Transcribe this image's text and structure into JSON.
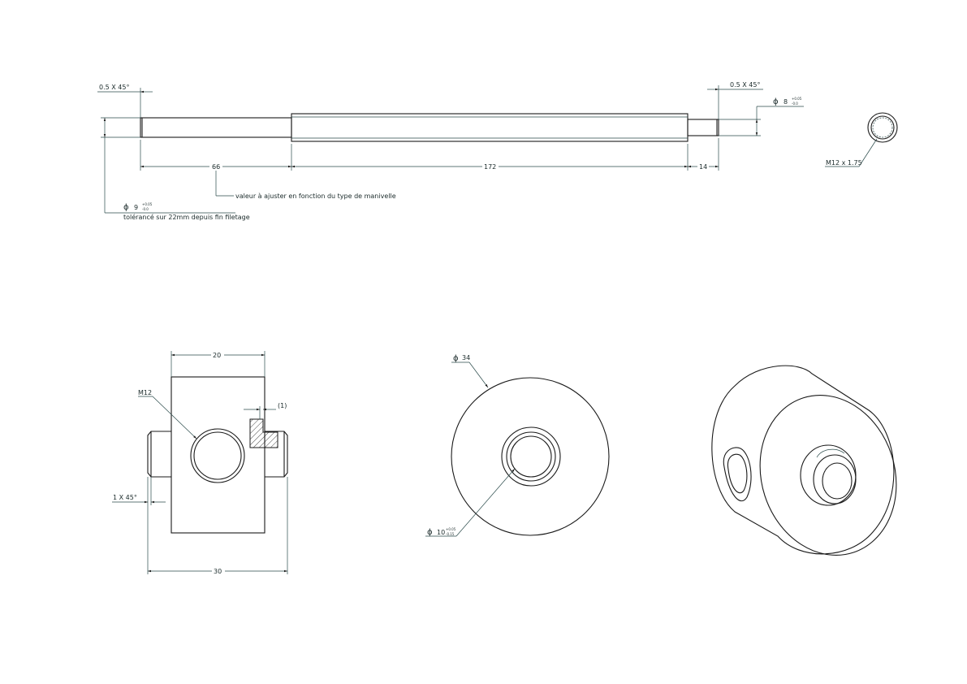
{
  "shaft": {
    "chamfer_left": "0.5 X 45°",
    "chamfer_right": "0.5 X 45°",
    "dim_left_length": "66",
    "dim_mid_length": "172",
    "dim_right_length": "14",
    "note_adjust": "valeur à ajuster en fonction du type de manivelle",
    "dia_left_symbol": "ϕ",
    "dia_left_value": "9",
    "dia_left_tol_upper": "+0.05",
    "dia_left_tol_lower": "-0.0",
    "dia_left_note": "tolérancé sur 22mm depuis fin filetage",
    "dia_right_symbol": "ϕ",
    "dia_right_value": "8",
    "dia_right_tol_upper": "+0.05",
    "dia_right_tol_lower": "-0.0",
    "thread_label": "M12 x 1.75"
  },
  "hub_side": {
    "width_top": "20",
    "width_bottom": "30",
    "thread_label": "M12",
    "chamfer_label": "1 X 45°",
    "small_dim": "(1)"
  },
  "hub_front": {
    "outer_dia_symbol": "ϕ",
    "outer_dia_value": "34",
    "bore_symbol": "ϕ",
    "bore_value": "10",
    "bore_tol_upper": "+0.05",
    "bore_tol_lower": "-0.15"
  },
  "colors": {
    "line": "#1a1a1a",
    "dimension": "#2a4a4a"
  }
}
